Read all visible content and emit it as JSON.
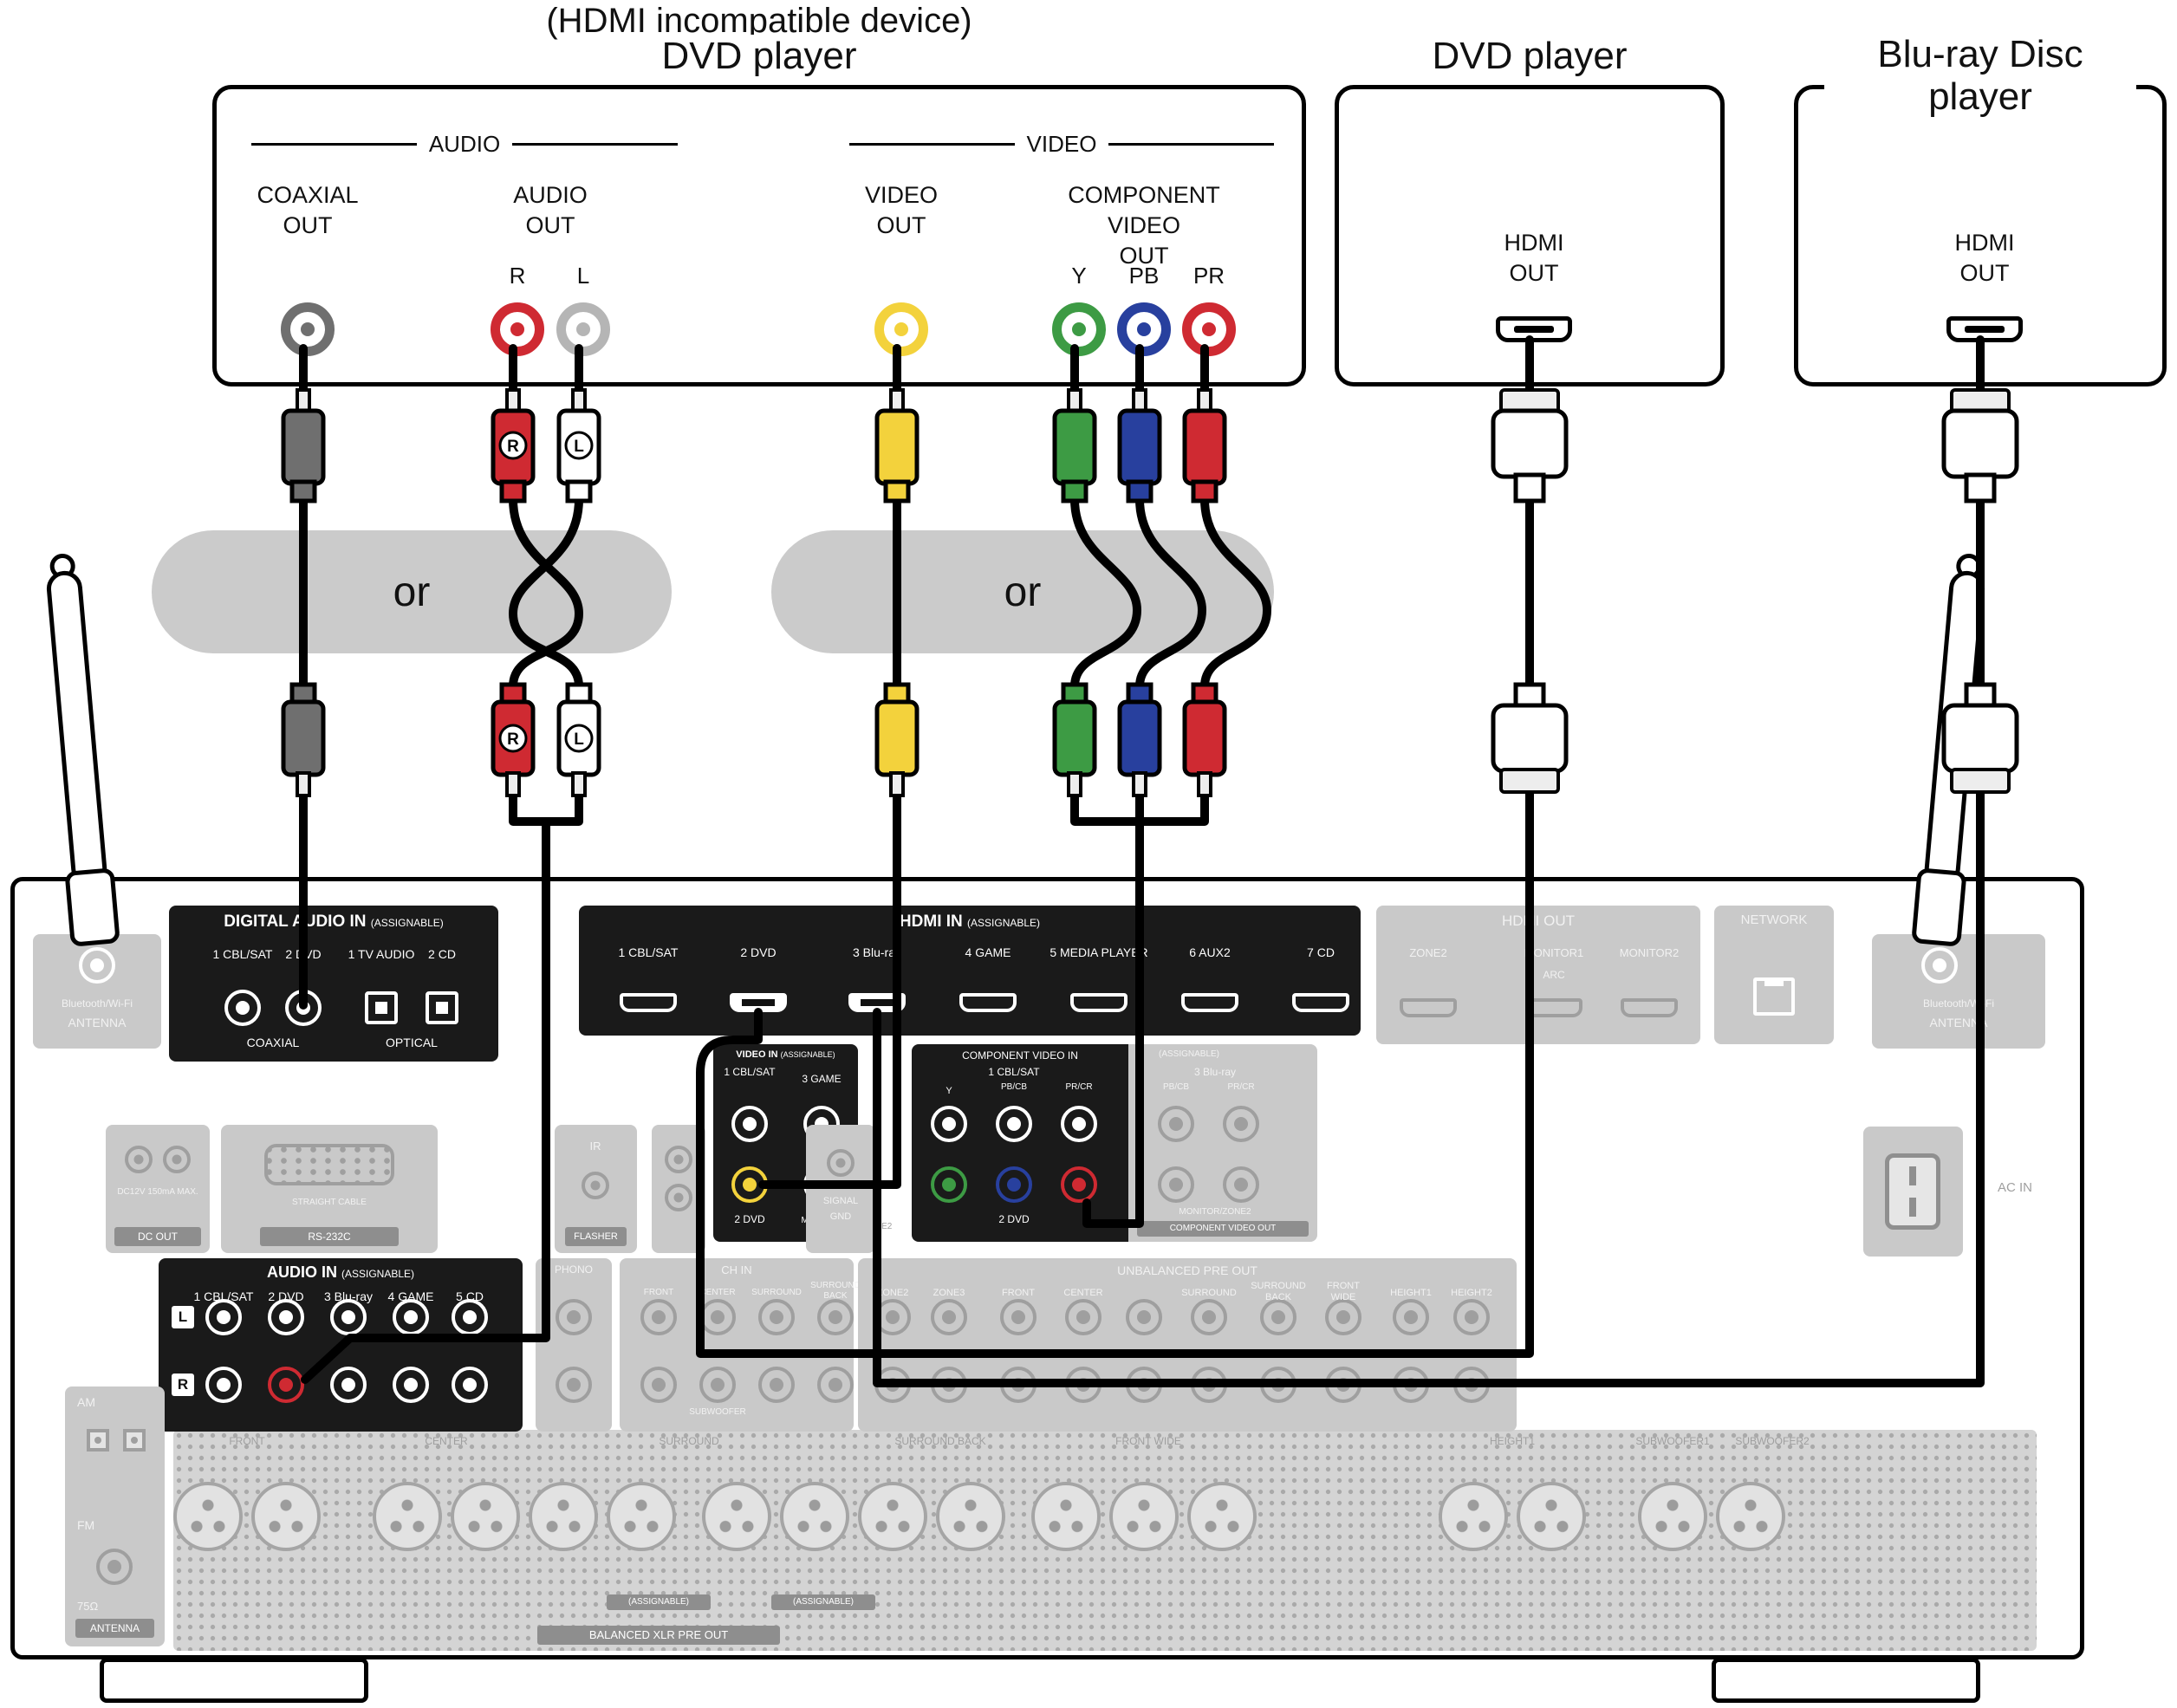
{
  "colors": {
    "red": "#cf2a32",
    "yellow": "#f3d23c",
    "green": "#3d9b44",
    "blue": "#28409e",
    "coax": "#6f6f6f",
    "pill": "#cbcbcb",
    "panel_black": "#1a1a1a",
    "grayed": "#c9c9c9"
  },
  "cable_plug_labels": {
    "right": "R",
    "left": "L"
  },
  "devices": {
    "incompatible_note": "(HDMI incompatible device)",
    "or_label": "or",
    "dvd_analog": {
      "title": "DVD player",
      "audio_group": "AUDIO",
      "video_group": "VIDEO",
      "coaxial_out": {
        "line1": "COAXIAL",
        "line2": "OUT"
      },
      "audio_out": {
        "line1": "AUDIO",
        "line2": "OUT",
        "right": "R",
        "left": "L"
      },
      "video_out": {
        "line1": "VIDEO",
        "line2": "OUT"
      },
      "component_out": {
        "line1": "COMPONENT VIDEO",
        "line2": "OUT",
        "y": "Y",
        "pb": "PB",
        "pr": "PR"
      }
    },
    "dvd_hdmi": {
      "title": "DVD player",
      "hdmi_out": {
        "line1": "HDMI",
        "line2": "OUT"
      }
    },
    "bluray": {
      "title_line1": "Blu-ray Disc",
      "title_line2": "player",
      "hdmi_out": {
        "line1": "HDMI",
        "line2": "OUT"
      }
    }
  },
  "receiver": {
    "digital_audio_in": {
      "title": "DIGITAL AUDIO IN",
      "assignable": "(ASSIGNABLE)",
      "ports": [
        "1 CBL/SAT",
        "2 DVD",
        "1 TV AUDIO",
        "2 CD"
      ],
      "coaxial": "COAXIAL",
      "optical": "OPTICAL"
    },
    "hdmi_in": {
      "title": "HDMI IN",
      "assignable": "(ASSIGNABLE)",
      "ports": [
        "1 CBL/SAT",
        "2 DVD",
        "3 Blu-ray",
        "4 GAME",
        "5 MEDIA PLAYER",
        "6 AUX2",
        "7 CD"
      ]
    },
    "hdmi_out": {
      "title": "HDMI OUT",
      "zone2": "ZONE2",
      "monitor1": "MONITOR1",
      "monitor2": "MONITOR2",
      "arc": "ARC"
    },
    "network": {
      "title": "NETWORK"
    },
    "bt_antenna": {
      "line1": "Bluetooth/Wi-Fi",
      "line2": "ANTENNA"
    },
    "video_in": {
      "title": "VIDEO IN",
      "assignable": "(ASSIGNABLE)",
      "cbl_sat": "1 CBL/SAT",
      "game": "3 GAME",
      "dvd": "2 DVD",
      "monitor": "MONITOR",
      "zone2": "ZONE2"
    },
    "component_video_in": {
      "title": "COMPONENT VIDEO IN",
      "assignable": "(ASSIGNABLE)",
      "cbl_sat": "1 CBL/SAT",
      "bluray": "3 Blu-ray",
      "y": "Y",
      "pb": "PB/CB",
      "pr": "PR/CR",
      "dvd": "2 DVD",
      "monitor_zone2": "MONITOR/ZONE2",
      "out": "COMPONENT VIDEO OUT"
    },
    "dc_out": {
      "note": "DC12V 150mA MAX.",
      "title": "DC OUT"
    },
    "rs232c": {
      "note": "STRAIGHT CABLE",
      "title": "RS-232C"
    },
    "flasher": {
      "ir": "IR",
      "title": "FLASHER"
    },
    "signal_gnd": {
      "line1": "SIGNAL",
      "line2": "GND"
    },
    "audio_in": {
      "title": "AUDIO IN",
      "assignable": "(ASSIGNABLE)",
      "ports": [
        "1 CBL/SAT",
        "2 DVD",
        "3 Blu-ray",
        "4 GAME",
        "5 CD"
      ],
      "left": "L",
      "right": "R"
    },
    "phono": {
      "title": "PHONO"
    },
    "ch_in": {
      "title": "CH IN",
      "labels": [
        "FRONT",
        "CENTER",
        "SURROUND",
        "SURROUND BACK"
      ],
      "subwoofer": "SUBWOOFER"
    },
    "unbalanced_pre_out": {
      "title": "UNBALANCED PRE OUT",
      "labels": [
        "ZONE2",
        "ZONE3",
        "FRONT",
        "CENTER",
        "SURROUND",
        "SURROUND BACK",
        "FRONT WIDE",
        "HEIGHT1",
        "HEIGHT2"
      ]
    },
    "xlr": {
      "title": "BALANCED XLR PRE OUT",
      "labels": [
        "FRONT",
        "CENTER",
        "SURROUND",
        "SURROUND BACK",
        "FRONT WIDE",
        "HEIGHT1",
        "SUBWOOFER1",
        "SUBWOOFER2"
      ],
      "assignable": "(ASSIGNABLE)"
    },
    "antenna_block": {
      "am": "AM",
      "fm": "FM",
      "ohm": "75Ω",
      "title": "ANTENNA"
    },
    "ac_in": {
      "title": "AC IN"
    }
  }
}
